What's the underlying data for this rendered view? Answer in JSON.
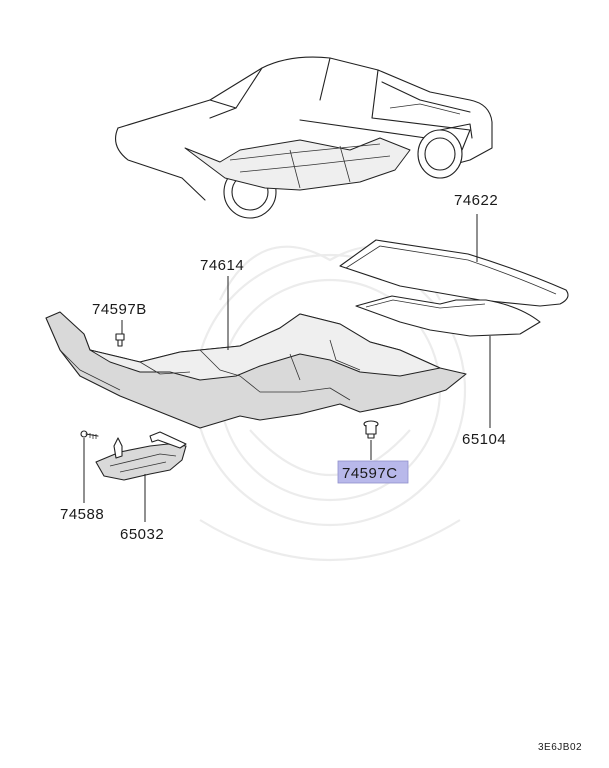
{
  "parts": {
    "p74622": "74622",
    "p74614": "74614",
    "p74597B": "74597B",
    "p65104": "65104",
    "p74597C": "74597C",
    "p74588": "74588",
    "p65032": "65032"
  },
  "highlight_color": "#b8b8ea",
  "diagram_code": "3E6JB02"
}
